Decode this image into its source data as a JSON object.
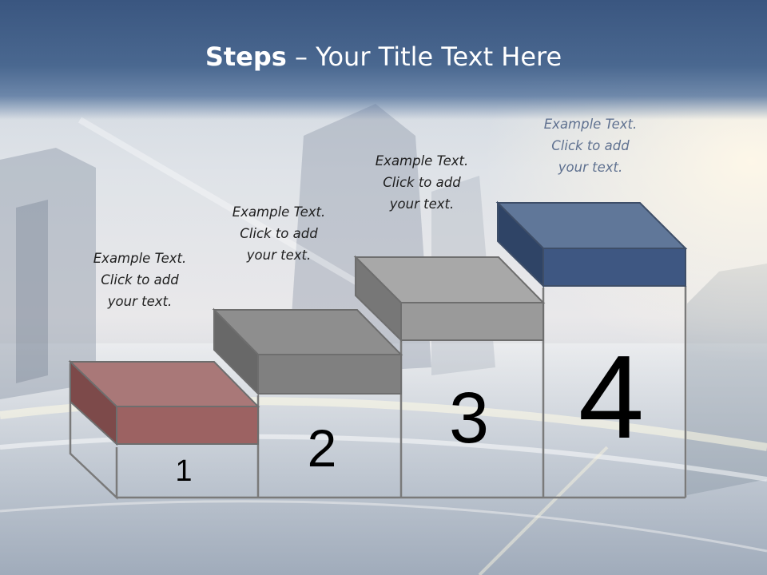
{
  "title": {
    "bold": "Steps",
    "rest": " – Your Title Text Here"
  },
  "steps": [
    {
      "number": "1",
      "text": [
        "Example Text.",
        "Click  to add",
        "your text."
      ],
      "color": "#9c6262"
    },
    {
      "number": "2",
      "text": [
        "Example Text.",
        "Click  to add",
        "your text."
      ],
      "color": "#808080"
    },
    {
      "number": "3",
      "text": [
        "Example Text.",
        "Click  to add",
        "your text."
      ],
      "color": "#9a9a9a"
    },
    {
      "number": "4",
      "text": [
        "Example Text.",
        "Click  to add",
        "your text."
      ],
      "color": "#3e5782"
    }
  ]
}
